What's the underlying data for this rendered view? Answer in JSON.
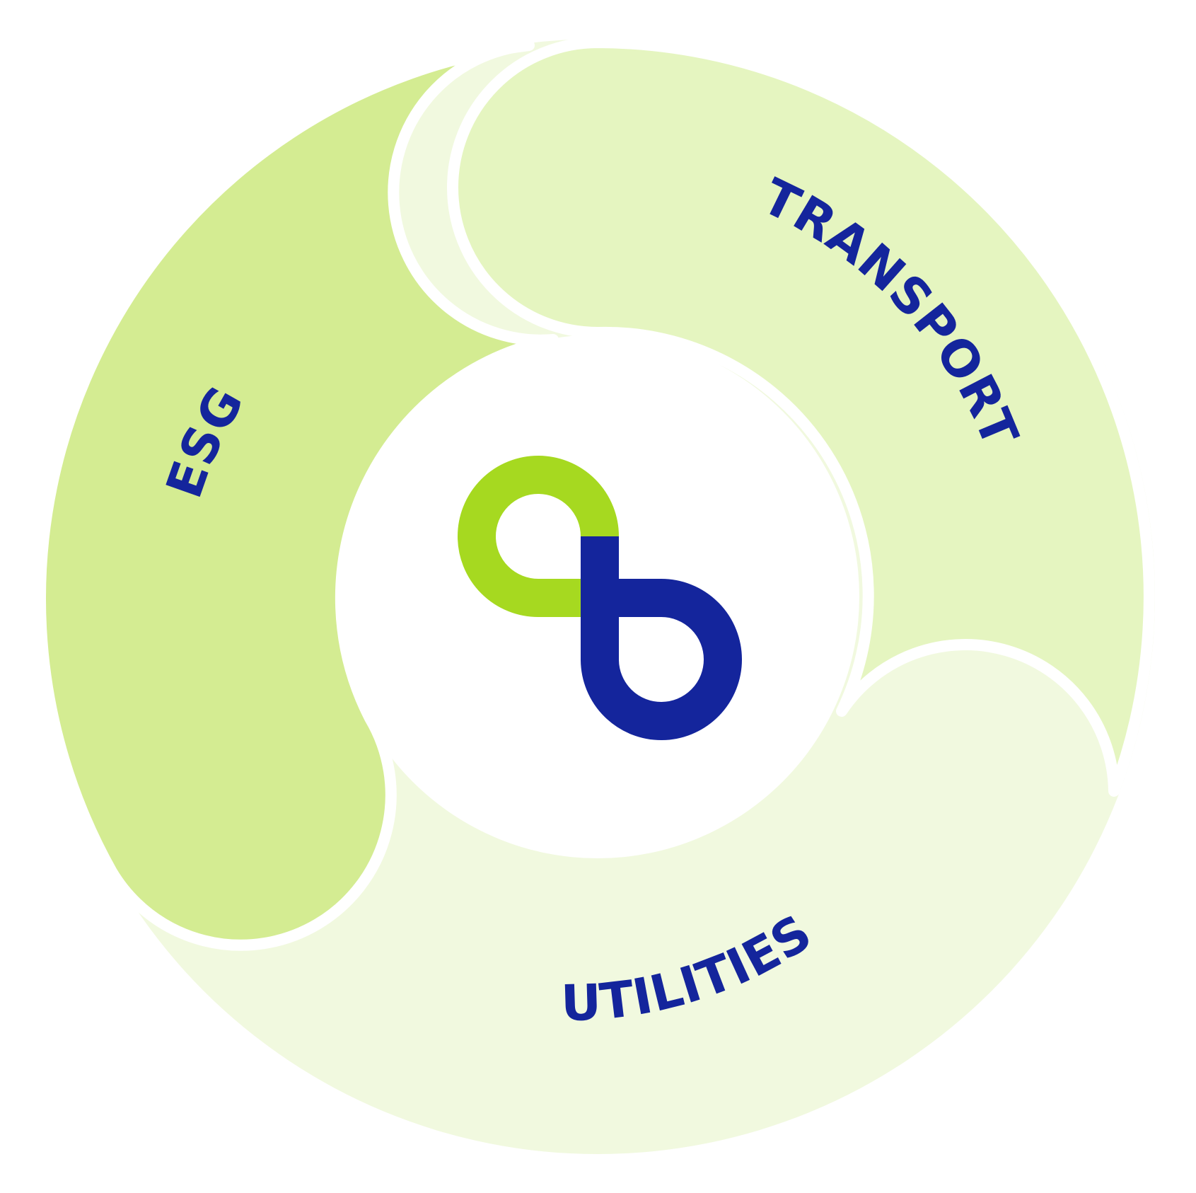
{
  "segments": [
    {
      "id": "esg",
      "label": "ESG",
      "color": "#d4ec92"
    },
    {
      "id": "transport",
      "label": "TRANSPORT",
      "color": "#e5f5c0"
    },
    {
      "id": "utilities",
      "label": "UTILITIES",
      "color": "#f1f9df"
    }
  ],
  "logo": {
    "icon": "infinity-link-logo-icon",
    "green": "#a6d920",
    "blue": "#14259c"
  },
  "colors": {
    "label_text": "#14259c",
    "background": "#ffffff"
  }
}
